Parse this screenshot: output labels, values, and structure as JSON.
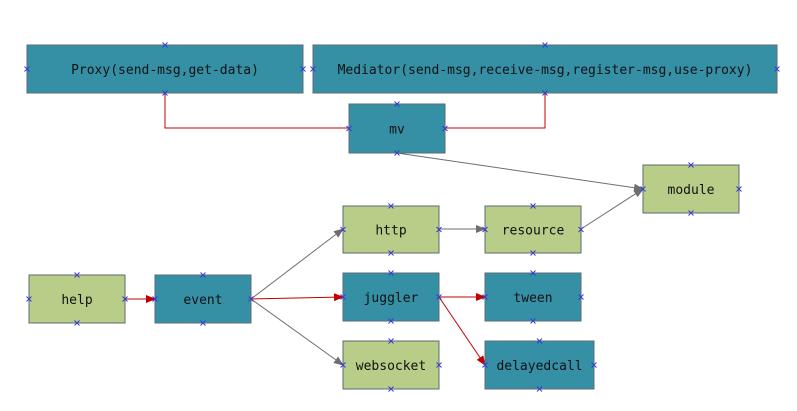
{
  "colors": {
    "teal": "#3590a6",
    "green": "#b7cd88",
    "edge_gray": "#6e6e6e",
    "edge_red": "#c00000",
    "marker_blue": "#3b3bd6"
  },
  "nodes": {
    "proxy": {
      "label": "Proxy(send-msg,get-data)",
      "fill": "teal"
    },
    "mediator": {
      "label": "Mediator(send-msg,receive-msg,register-msg,use-proxy)",
      "fill": "teal"
    },
    "mv": {
      "label": "mv",
      "fill": "teal"
    },
    "module": {
      "label": "module",
      "fill": "green"
    },
    "http": {
      "label": "http",
      "fill": "green"
    },
    "resource": {
      "label": "resource",
      "fill": "green"
    },
    "help": {
      "label": "help",
      "fill": "green"
    },
    "event": {
      "label": "event",
      "fill": "teal"
    },
    "juggler": {
      "label": "juggler",
      "fill": "teal"
    },
    "tween": {
      "label": "tween",
      "fill": "teal"
    },
    "websocket": {
      "label": "websocket",
      "fill": "green"
    },
    "delayedcall": {
      "label": "delayedcall",
      "fill": "teal"
    }
  },
  "edges": [
    {
      "from": "mv",
      "to": "proxy",
      "color": "red",
      "arrow": false
    },
    {
      "from": "mv",
      "to": "mediator",
      "color": "red",
      "arrow": false
    },
    {
      "from": "mv",
      "to": "module",
      "color": "gray",
      "arrow": true
    },
    {
      "from": "resource",
      "to": "module",
      "color": "gray",
      "arrow": true
    },
    {
      "from": "http",
      "to": "resource",
      "color": "gray",
      "arrow": true
    },
    {
      "from": "help",
      "to": "event",
      "color": "red",
      "arrow": true
    },
    {
      "from": "event",
      "to": "http",
      "color": "gray",
      "arrow": true
    },
    {
      "from": "event",
      "to": "juggler",
      "color": "red",
      "arrow": true
    },
    {
      "from": "event",
      "to": "websocket",
      "color": "gray",
      "arrow": true
    },
    {
      "from": "juggler",
      "to": "tween",
      "color": "red",
      "arrow": true
    },
    {
      "from": "juggler",
      "to": "delayedcall",
      "color": "red",
      "arrow": true
    }
  ]
}
